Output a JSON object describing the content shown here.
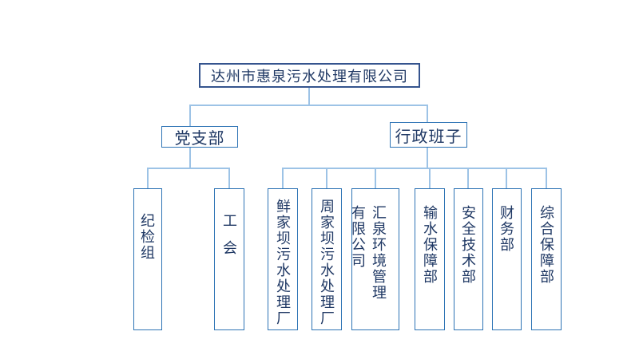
{
  "org_chart": {
    "type": "org-tree",
    "root": {
      "label": "达州市惠泉污水处理有限公司"
    },
    "level2": [
      {
        "label": "党支部"
      },
      {
        "label": "行政班子"
      }
    ],
    "party_children": [
      {
        "label": "纪检组"
      },
      {
        "label": "工会"
      }
    ],
    "admin_children": [
      {
        "label": "鲜家坝污水处理厂"
      },
      {
        "label": "周家坝污水处理厂"
      },
      {
        "label": "汇泉环境管理\n有限公司"
      },
      {
        "label": "输水保障部"
      },
      {
        "label": "安全技术部"
      },
      {
        "label": "财务部"
      },
      {
        "label": "综合保障部"
      }
    ],
    "colors": {
      "background": "#FFFFFF",
      "root_border": "#35548E",
      "node_border": "#2E74B5",
      "connector": "#9DC3E6",
      "text": "#1F3864"
    }
  }
}
